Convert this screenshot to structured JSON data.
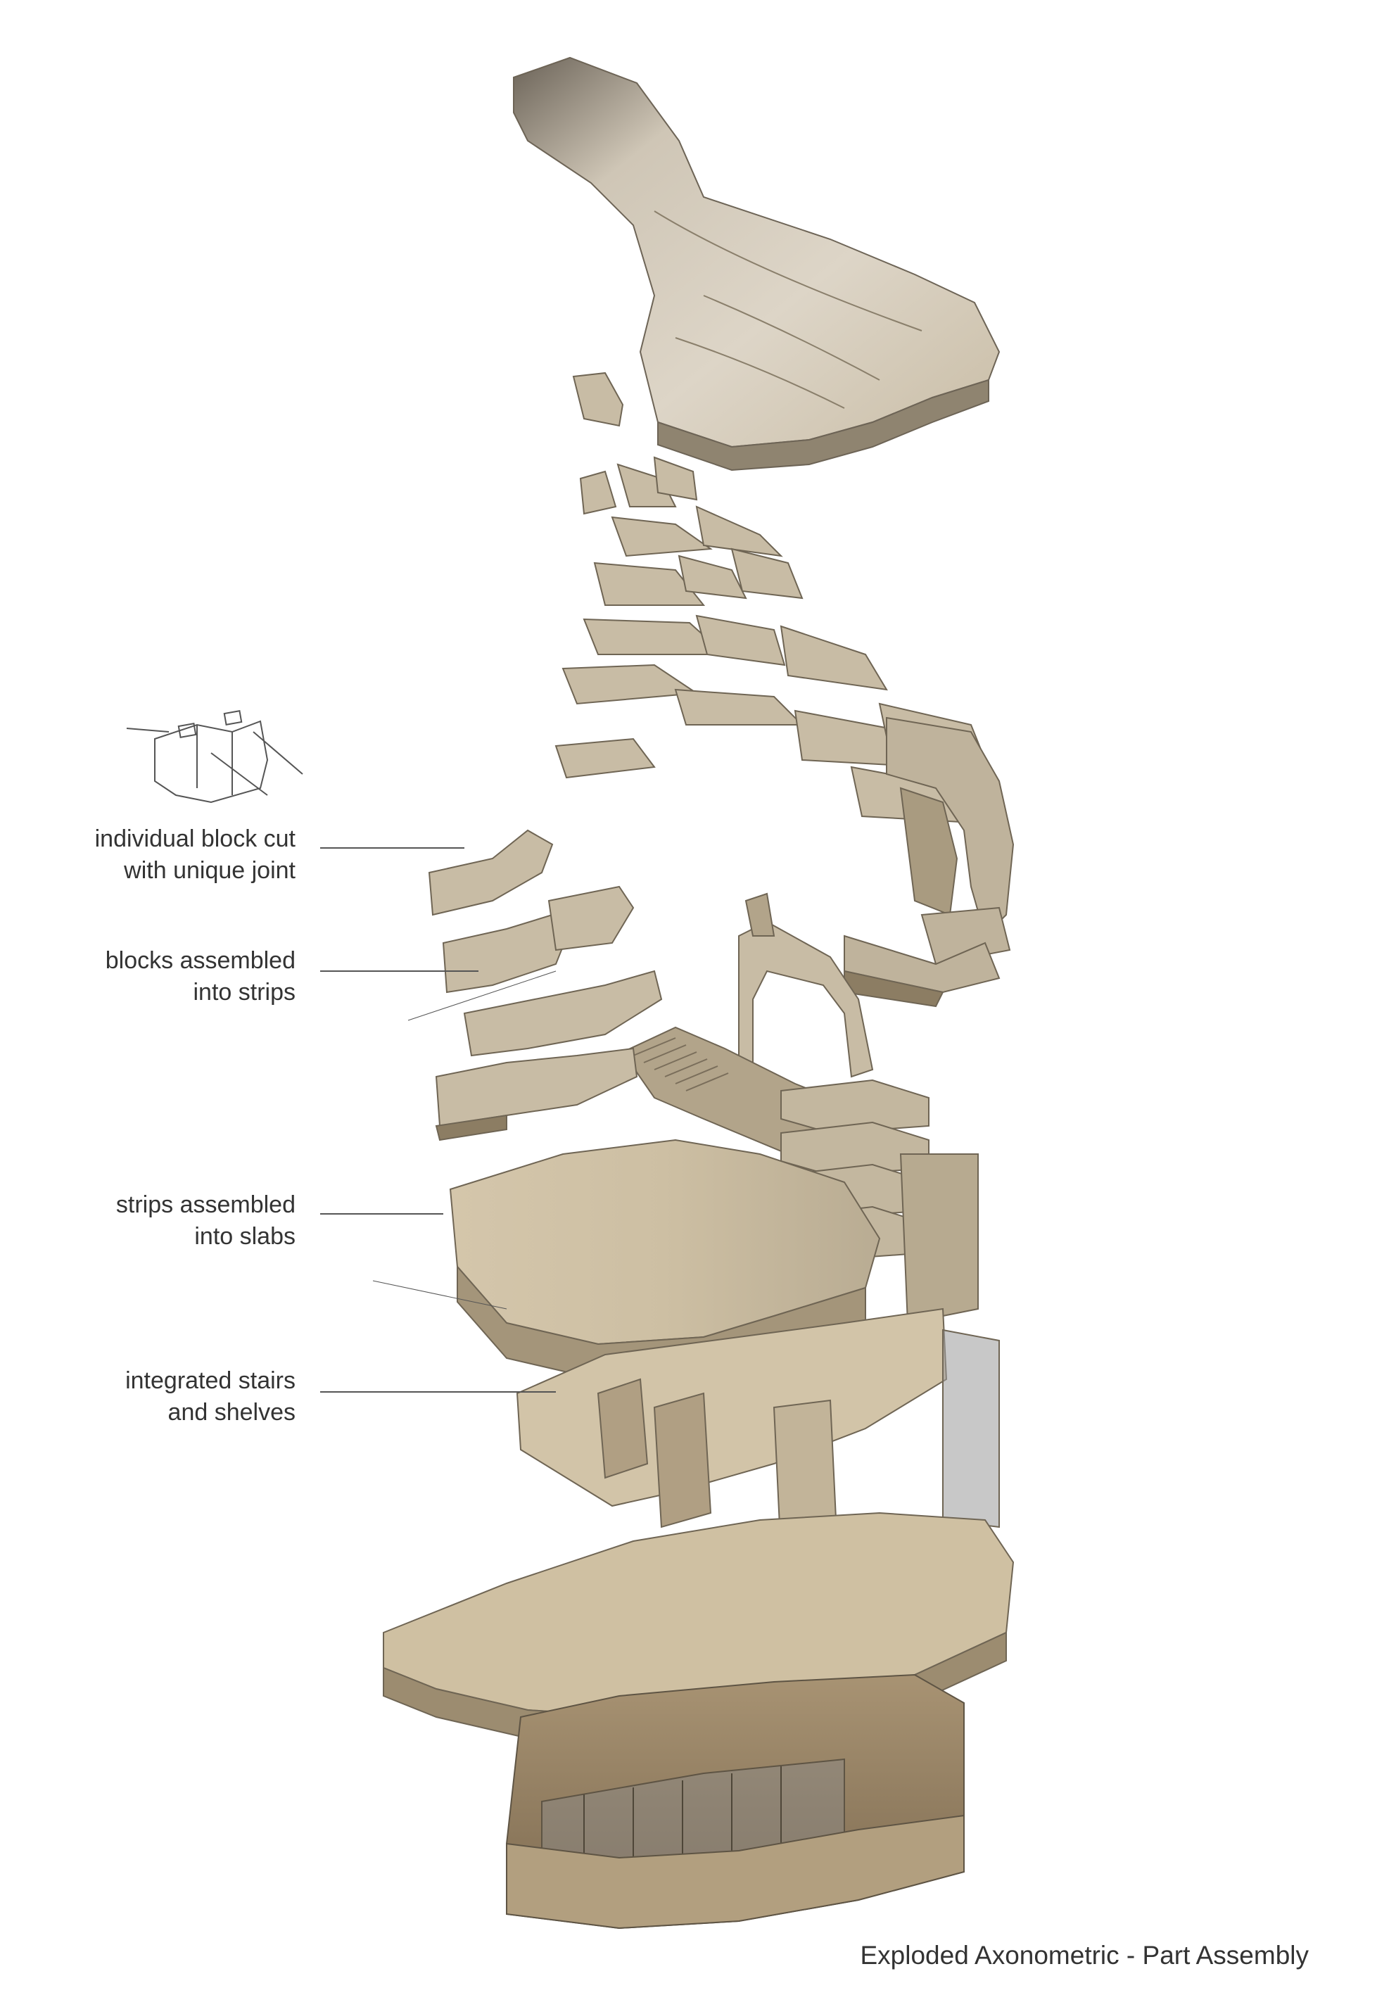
{
  "callouts": [
    {
      "line1": "individual block cut",
      "line2": "with unique joint"
    },
    {
      "line1": "blocks assembled",
      "line2": "into strips"
    },
    {
      "line1": "strips assembled",
      "line2": "into slabs"
    },
    {
      "line1": "integrated stairs",
      "line2": "and shelves"
    }
  ],
  "caption": "Exploded Axonometric - Part Assembly",
  "colors": {
    "background": "#ffffff",
    "text": "#333333",
    "leader_line": "#555555",
    "stone_light": "#d9d2c4",
    "stone_mid": "#bfb39c",
    "stone_dark": "#8c7d63",
    "stone_shadow": "#5e5444",
    "glass": "#9a9a9a"
  },
  "icons": {
    "detail_inset": "block-joint-detail-icon"
  }
}
